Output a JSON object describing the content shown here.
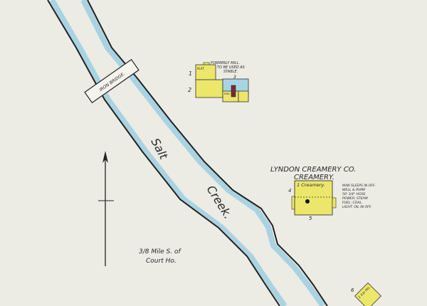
{
  "map": {
    "colors": {
      "paper": "#ecebe4",
      "water": "#a9d3e3",
      "frame": "#ece76a",
      "brick": "#a8d4e4",
      "ink": "#222222",
      "chimney": "#7a2a3a"
    },
    "river_label_1": "Salt",
    "river_label_2": "Creek.",
    "bridge_label": "IRON BRIDGE.",
    "mill": {
      "note_line1": "FORMERLY MILL.",
      "note_line2": "TO BE USED AS",
      "note_line3": "STABLE.",
      "room_label": "PLAT.",
      "eng_label": "ENG.",
      "num_1": "1",
      "num_2": "2",
      "num_3": "3"
    },
    "creamery": {
      "company": "LYNDON CREAMERY CO.",
      "title": "CREAMERY.",
      "room_label": "1 Creamery.",
      "num_4": "4",
      "num_5": "5",
      "notes": [
        "MAN SLEEPS IN OFF.",
        "WELL & PUMP.",
        "50' 3/4\" HOSE.",
        "POWER: STEAM",
        "FUEL: COAL.",
        "LIGHT: OIL IN OFF."
      ]
    },
    "shed": {
      "num": "6",
      "label": "1 Ice Ho."
    },
    "distance_line1": "3/8 Mile  S. of",
    "distance_line2": "Court Ho."
  }
}
